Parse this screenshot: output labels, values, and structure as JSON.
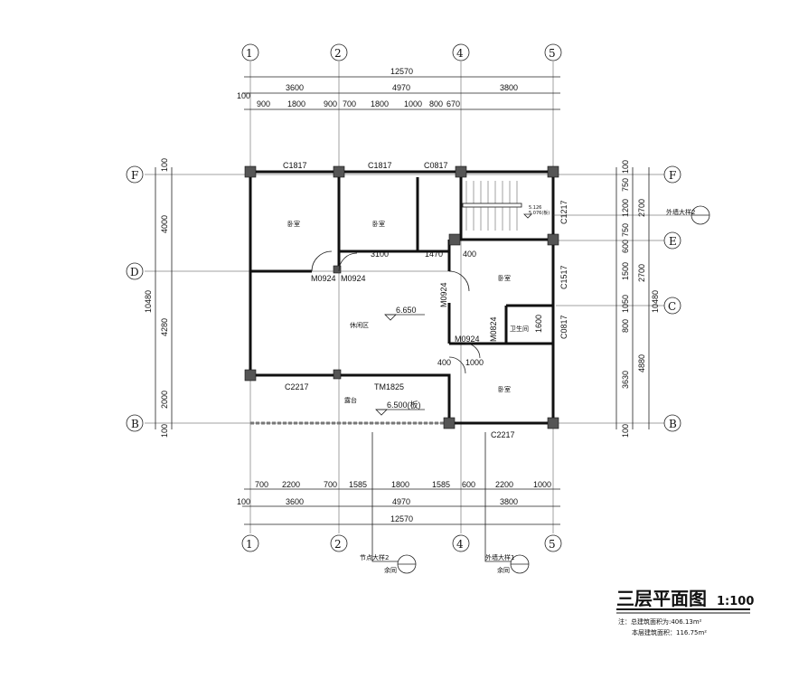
{
  "axes_x": [
    "1",
    "2",
    "4",
    "5"
  ],
  "axes_y": [
    "F",
    "E",
    "D",
    "C",
    "B"
  ],
  "top_dims": {
    "total": "12570",
    "row2": [
      "100",
      "3600",
      "4970",
      "3800"
    ],
    "row3": [
      "900",
      "1800",
      "900",
      "700",
      "1800",
      "1000",
      "800",
      "670"
    ]
  },
  "bottom_dims": {
    "row1": [
      "700",
      "2200",
      "700",
      "1585",
      "1800",
      "1585",
      "600",
      "2200",
      "1000"
    ],
    "row2": [
      "100",
      "3600",
      "4970",
      "3800"
    ],
    "total": "12570"
  },
  "left_dims": {
    "row": [
      "100",
      "4000",
      "4280",
      "2000",
      "100"
    ],
    "total": "10480"
  },
  "right_dims": {
    "inner": [
      "100",
      "750",
      "1200",
      "750",
      "600",
      "1500",
      "1050",
      "800",
      "3630",
      "100"
    ],
    "outer": [
      "2700",
      "2700",
      "4880"
    ],
    "total": "10480"
  },
  "windows": [
    "C1817",
    "C1817",
    "C0817",
    "C1217",
    "C1517",
    "C0817",
    "C2217",
    "TM1825",
    "C2217"
  ],
  "doors": [
    "M0924",
    "M0924",
    "M0924",
    "M0924",
    "M0824"
  ],
  "rooms": [
    "卧室",
    "卧室",
    "卧室",
    "卧室",
    "休闲区",
    "卫生间",
    "露台"
  ],
  "inner_dims": [
    "3100",
    "1470",
    "400",
    "400",
    "1000",
    "1600"
  ],
  "elevations": [
    "6.650",
    "6.500(板)",
    "5.126",
    "5.076(板)"
  ],
  "details": [
    {
      "label": "外墙大样2",
      "sub": ""
    },
    {
      "label": "节点大样2",
      "sub": "余同"
    },
    {
      "label": "外墙大样1",
      "sub": "余同"
    }
  ],
  "title": {
    "name": "三层平面图",
    "scale": "1:100"
  },
  "notes": [
    "注：总建筑面积为:406.13m²",
    "本层建筑面积：116.75m²"
  ]
}
